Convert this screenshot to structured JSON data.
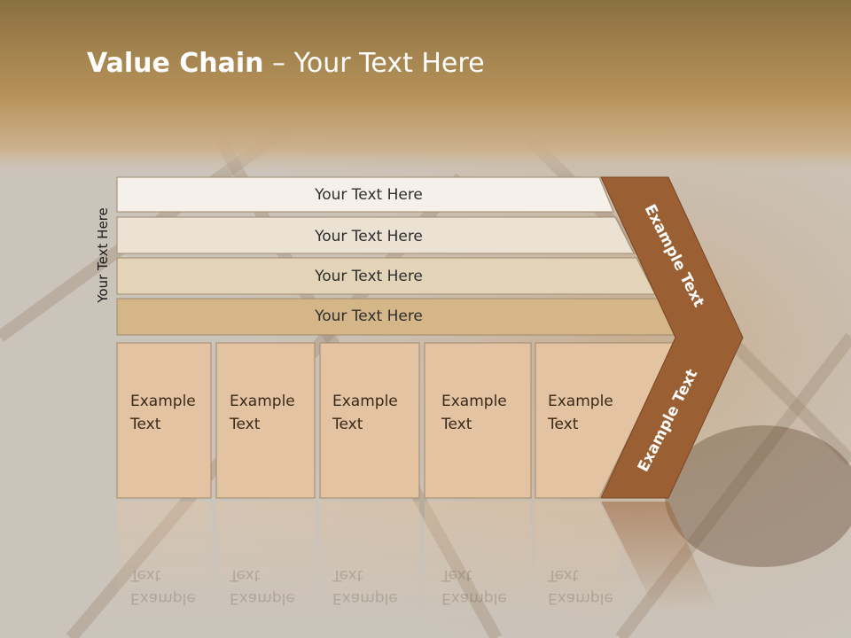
{
  "slide": {
    "title_bold": "Value Chain",
    "title_rest": " – Your Text Here",
    "vertical_label": "Your Text Here"
  },
  "rows": [
    {
      "label": "Your Text Here",
      "color": "#f5f0ea"
    },
    {
      "label": "Your Text Here",
      "color": "#ece2d4"
    },
    {
      "label": "Your Text Here",
      "color": "#e3d3b8"
    },
    {
      "label": "Your Text Here",
      "color": "#d4b688"
    }
  ],
  "columns": [
    {
      "line1": "Example",
      "line2": "Text"
    },
    {
      "line1": "Example",
      "line2": "Text"
    },
    {
      "line1": "Example",
      "line2": "Text"
    },
    {
      "line1": "Example",
      "line2": "Text"
    },
    {
      "line1": "Example",
      "line2": "Text"
    }
  ],
  "column_color": "#e3c3a2",
  "chevron": {
    "top_label": "Example Text",
    "bottom_label": "Example Text",
    "color": "#9a5f32"
  },
  "colors": {
    "header_top": "#8a7040",
    "header_bottom": "#c7a264",
    "text_dark": "#2e2e2e"
  }
}
